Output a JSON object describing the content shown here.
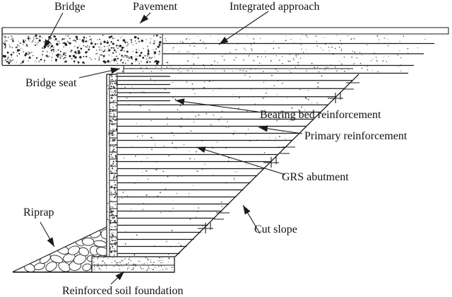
{
  "diagram": {
    "type": "engineering-cross-section",
    "subject": "GRS integrated bridge system abutment",
    "labels": {
      "bridge": "Bridge",
      "pavement": "Pavement",
      "integrated_approach": "Integrated approach",
      "bridge_seat": "Bridge seat",
      "bearing_bed_reinforcement": "Bearing bed reinforcement",
      "primary_reinforcement": "Primary reinforcement",
      "grs_abutment": "GRS abutment",
      "cut_slope": "Cut slope",
      "riprap": "Riprap",
      "reinforced_soil_foundation": "Reinforced soil foundation"
    },
    "colors": {
      "ink": "#1a1a1a",
      "background": "#ffffff",
      "stipple_dark": "#222222",
      "stipple_light": "#555555"
    }
  }
}
